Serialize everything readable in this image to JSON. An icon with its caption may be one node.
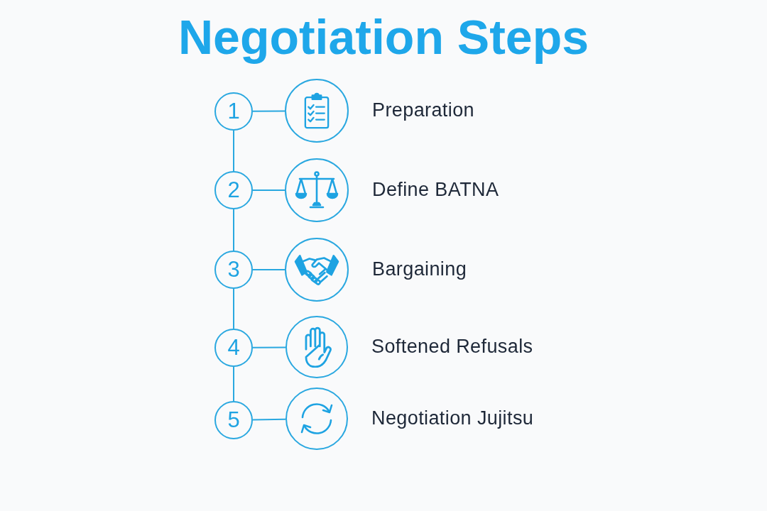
{
  "diagram": {
    "title": "Negotiation Steps",
    "nodes": [
      {
        "text": [
          "1"
        ]
      },
      {
        "text": [],
        "shape": "circle",
        "beside": [
          "Preparation"
        ]
      },
      {
        "text": [
          "2"
        ]
      },
      {
        "text": [],
        "shape": "circle",
        "beside": [
          "Define BATNA"
        ]
      },
      {
        "text": [
          "3"
        ]
      },
      {
        "text": [],
        "shape": "circle",
        "beside": [
          "Bargaining"
        ]
      },
      {
        "text": [
          "4"
        ]
      },
      {
        "text": [],
        "shape": "circle",
        "beside": [
          "Softened Refusals"
        ]
      },
      {
        "text": [
          "5"
        ]
      },
      {
        "text": [],
        "shape": "circle",
        "beside": [
          "Negotiation Jujitsu"
        ]
      }
    ],
    "edges": [
      {
        "from": 0,
        "to": 1,
        "arrow": "none"
      },
      {
        "from": 0,
        "to": 2,
        "arrow": "none"
      },
      {
        "from": 2,
        "to": 3,
        "arrow": "none"
      },
      {
        "from": 2,
        "to": 4,
        "arrow": "none"
      },
      {
        "from": 4,
        "to": 5,
        "arrow": "none"
      },
      {
        "from": 4,
        "to": 6,
        "arrow": "none"
      },
      {
        "from": 6,
        "to": 7,
        "arrow": "none"
      },
      {
        "from": 6,
        "to": 8,
        "arrow": "none"
      },
      {
        "from": 8,
        "to": 9,
        "arrow": "none"
      }
    ]
  }
}
